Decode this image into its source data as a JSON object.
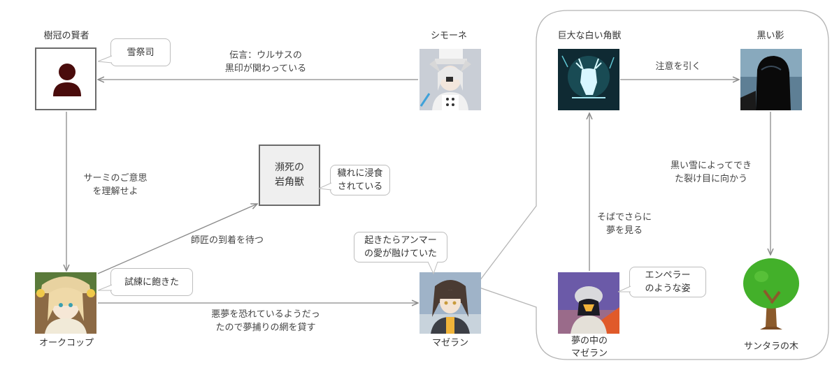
{
  "nodes": {
    "sage": {
      "name": "樹冠の賢者"
    },
    "simone": {
      "name": "シモーネ"
    },
    "beast": {
      "name": "巨大な白い角獣"
    },
    "shadow": {
      "name": "黒い影"
    },
    "dying_beast": {
      "line1": "瀕死の",
      "line2": "岩角獣"
    },
    "oak": {
      "name": "オークコップ"
    },
    "magellan": {
      "name": "マゼラン"
    },
    "dream_magellan": {
      "line1": "夢の中の",
      "line2": "マゼラン"
    },
    "tree": {
      "name": "サンタラの木"
    }
  },
  "callouts": {
    "sage": "雪祭司",
    "dying_beast": {
      "line1": "穢れに浸食",
      "line2": "されている"
    },
    "magellan": {
      "line1": "起きたらアンマー",
      "line2": "の愛が融けていた"
    },
    "oak": "試練に飽きた",
    "dream_magellan": {
      "line1": "エンペラー",
      "line2": "のような姿"
    }
  },
  "edges": {
    "simone_to_sage": {
      "line1": "伝言：ウルサスの",
      "line2": "黒印が関わっている"
    },
    "sage_to_oak": {
      "line1": "サーミのご意思",
      "line2": "を理解せよ"
    },
    "oak_to_dying": "師匠の到着を待つ",
    "oak_to_magellan": {
      "line1": "悪夢を恐れているようだっ",
      "line2": "たので夢捕りの網を貸す"
    },
    "beast_to_shadow": "注意を引く",
    "shadow_to_tree": {
      "line1": "黒い雪によってでき",
      "line2": "た裂け目に向かう"
    },
    "dream_to_beast": {
      "line1": "そばでさらに",
      "line2": "夢を見る"
    }
  },
  "colors": {
    "line": "#8a8a8a",
    "box_border": "#6b6b6b",
    "dying_fill": "#efefef",
    "user_icon": "#4a0c0c",
    "tree_green": "#43b02a",
    "tree_trunk": "#8b5a2b"
  }
}
